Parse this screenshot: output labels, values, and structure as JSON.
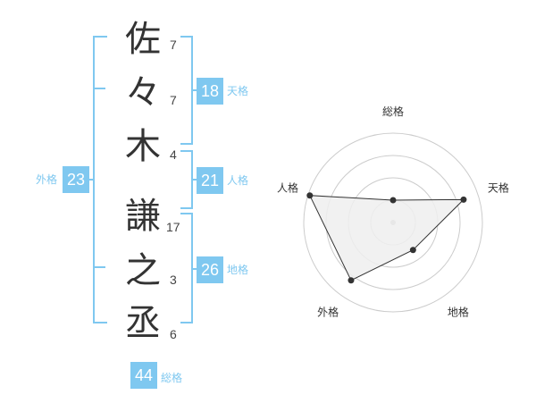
{
  "name_chars": [
    {
      "char": "佐",
      "strokes": "7"
    },
    {
      "char": "々",
      "strokes": "7"
    },
    {
      "char": "木",
      "strokes": "4"
    },
    {
      "char": "謙",
      "strokes": "17"
    },
    {
      "char": "之",
      "strokes": "3"
    },
    {
      "char": "丞",
      "strokes": "6"
    }
  ],
  "scores": {
    "tenkaku": {
      "value": "18",
      "label": "天格"
    },
    "jinkaku": {
      "value": "21",
      "label": "人格"
    },
    "chikaku": {
      "value": "26",
      "label": "地格"
    },
    "gaikaku": {
      "value": "23",
      "label": "外格"
    },
    "soukaku": {
      "value": "44",
      "label": "総格"
    }
  },
  "radar": {
    "axes": [
      "総格",
      "天格",
      "地格",
      "外格",
      "人格"
    ],
    "levels": 4,
    "values": [
      0.25,
      0.83,
      0.38,
      0.8,
      0.98
    ],
    "fill_color": "#efefef",
    "line_color": "#333333",
    "ring_color": "#cccccc"
  }
}
